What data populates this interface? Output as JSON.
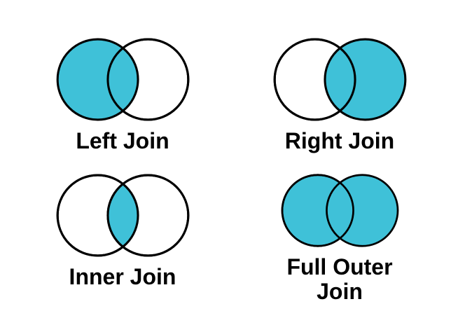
{
  "colors": {
    "shaded": "#3FC1D8",
    "unshaded": "#FFFFFF",
    "outline": "#000000"
  },
  "diagrams": [
    {
      "label": "Left Join",
      "shaded_region": "left"
    },
    {
      "label": "Right Join",
      "shaded_region": "right"
    },
    {
      "label": "Inner Join",
      "shaded_region": "intersection"
    },
    {
      "label": "Full Outer Join",
      "shaded_region": "both"
    }
  ]
}
